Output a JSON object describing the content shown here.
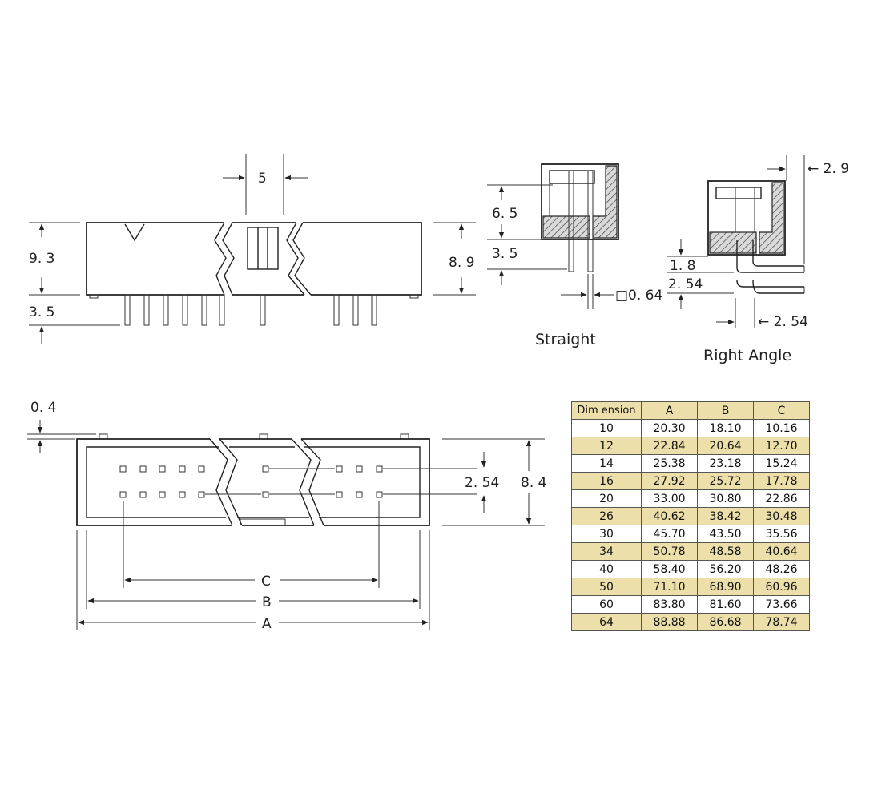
{
  "top_view": {
    "dim_5": "5",
    "dim_9_3": "9. 3",
    "dim_3_5": "3. 5",
    "dim_8_9": "8. 9"
  },
  "straight_view": {
    "dim_6_5": "6. 5",
    "dim_3_5": "3. 5",
    "dim_0_64": "□0. 64",
    "caption": "Straight"
  },
  "right_angle_view": {
    "dim_2_9": "← 2. 9",
    "dim_1_8": "1. 8",
    "dim_2_54_left": "2. 54",
    "dim_2_54_bottom": "← 2. 54",
    "caption": "Right Angle"
  },
  "bottom_view": {
    "dim_0_4": "0. 4",
    "dim_2_54": "2. 54",
    "dim_8_4": "8. 4",
    "label_c": "C",
    "label_b": "B",
    "label_a": "A"
  },
  "table": {
    "headers": [
      "Dim ension",
      "A",
      "B",
      "C"
    ],
    "rows": [
      [
        "10",
        "20.30",
        "18.10",
        "10.16"
      ],
      [
        "12",
        "22.84",
        "20.64",
        "12.70"
      ],
      [
        "14",
        "25.38",
        "23.18",
        "15.24"
      ],
      [
        "16",
        "27.92",
        "25.72",
        "17.78"
      ],
      [
        "20",
        "33.00",
        "30.80",
        "22.86"
      ],
      [
        "26",
        "40.62",
        "38.42",
        "30.48"
      ],
      [
        "30",
        "45.70",
        "43.50",
        "35.56"
      ],
      [
        "34",
        "50.78",
        "48.58",
        "40.64"
      ],
      [
        "40",
        "58.40",
        "56.20",
        "48.26"
      ],
      [
        "50",
        "71.10",
        "68.90",
        "60.96"
      ],
      [
        "60",
        "83.80",
        "81.60",
        "73.66"
      ],
      [
        "64",
        "88.88",
        "86.68",
        "78.74"
      ]
    ],
    "highlight_color": "#ecdfa9"
  }
}
